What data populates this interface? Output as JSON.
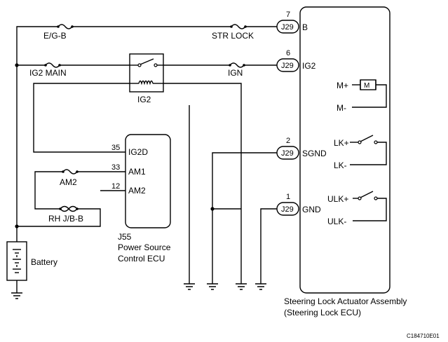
{
  "fuses": {
    "eg_b": "E/G-B",
    "str_lock": "STR LOCK",
    "ig2_main": "IG2 MAIN",
    "ign": "IGN",
    "am2": "AM2",
    "rh_jb_b": "RH J/B-B"
  },
  "relay": {
    "label": "IG2"
  },
  "battery": {
    "label": "Battery"
  },
  "ecu_j55": {
    "connector": "J55",
    "name_line1": "Power Source",
    "name_line2": "Control ECU",
    "pins": [
      {
        "number": "35",
        "name": "IG2D"
      },
      {
        "number": "33",
        "name": "AM1"
      },
      {
        "number": "12",
        "name": "AM2"
      }
    ]
  },
  "actuator": {
    "name_line1": "Steering Lock Actuator Assembly",
    "name_line2": "(Steering Lock ECU)",
    "pins": [
      {
        "number": "7",
        "connector": "J29",
        "name": "B"
      },
      {
        "number": "6",
        "connector": "J29",
        "name": "IG2"
      },
      {
        "number": "2",
        "connector": "J29",
        "name": "SGND"
      },
      {
        "number": "1",
        "connector": "J29",
        "name": "GND"
      }
    ],
    "internal": {
      "m_plus": "M+",
      "m_minus": "M-",
      "motor_symbol": "M",
      "lk_plus": "LK+",
      "lk_minus": "LK-",
      "ulk_plus": "ULK+",
      "ulk_minus": "ULK-"
    }
  },
  "figure_code": "C184710E01"
}
